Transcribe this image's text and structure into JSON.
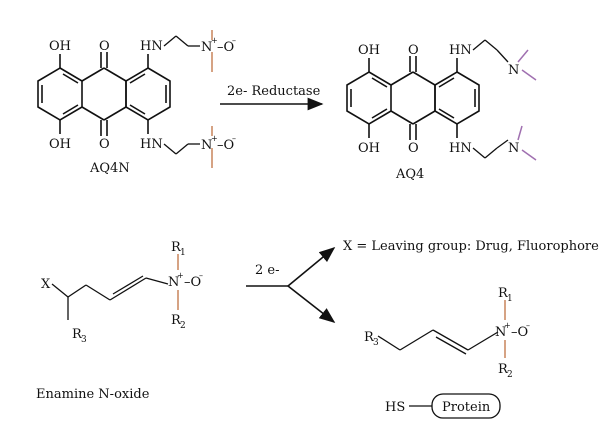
{
  "top_scheme": {
    "left_molecule": {
      "name": "AQ4N",
      "oh_top": "OH",
      "oh_bottom": "OH",
      "carbonyl_top": "O",
      "carbonyl_bottom": "O",
      "nh_top": "HN",
      "nh_bottom": "HN",
      "noxide_n": "N",
      "noxide_charge": "+",
      "noxide_o": "–O",
      "noxide_charge_minus": "–"
    },
    "arrow_label": "2e- Reductase",
    "right_molecule": {
      "name": "AQ4",
      "oh_top": "OH",
      "oh_bottom": "OH",
      "carbonyl_top": "O",
      "carbonyl_bottom": "O",
      "nh_top": "HN",
      "nh_bottom": "HN",
      "amine_n": "N"
    }
  },
  "bottom_scheme": {
    "substrate": {
      "name": "Enamine N-oxide",
      "x_label": "X",
      "r1": "R",
      "r1_sub": "1",
      "r2": "R",
      "r2_sub": "2",
      "r3": "R",
      "r3_sub": "3",
      "n": "N",
      "n_charge": "+",
      "o": "–O",
      "o_charge": "–"
    },
    "arrow_label": "2 e-",
    "leaving_group_text": "X = Leaving group: Drug, Fluorophore e.t.c",
    "product": {
      "r1": "R",
      "r1_sub": "1",
      "r2": "R",
      "r2_sub": "2",
      "r3": "R",
      "r3_sub": "3",
      "n": "N",
      "n_charge": "+",
      "o": "–O",
      "o_charge": "–"
    },
    "protein": {
      "hs": "HS",
      "label": "Protein"
    }
  },
  "colors": {
    "n_oxide_methyl": "#c8845a",
    "amine_methyl": "#a070b0",
    "ink": "#111111"
  }
}
